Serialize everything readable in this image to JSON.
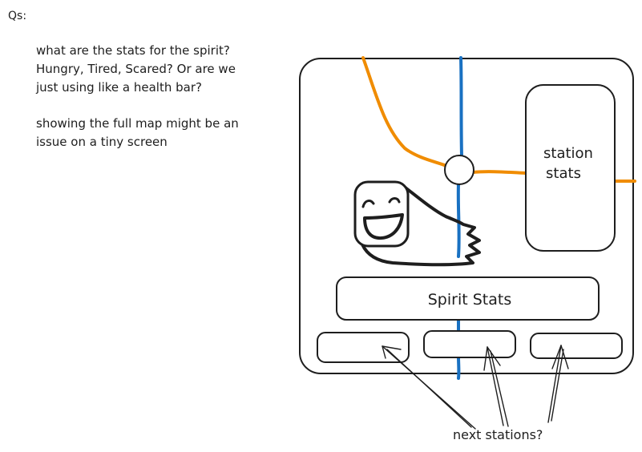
{
  "heading": "Qs:",
  "notes": {
    "question1_lines": [
      "what are the stats for the spirit?",
      "Hungry, Tired, Scared? Or are we",
      "just using like a health bar?"
    ],
    "question2_lines": [
      "showing the full map might be an",
      "issue on a tiny screen"
    ]
  },
  "mockup": {
    "station_stats_lines": [
      "station",
      "stats"
    ],
    "spirit_stats_label": "Spirit Stats",
    "next_stations_label": "next stations?"
  },
  "colors": {
    "ink": "#1e1e1e",
    "orange_line": "#f08c00",
    "blue_line": "#1971c2"
  },
  "icons": {
    "spirit": "smiling-spirit-icon",
    "station": "station-node-icon"
  }
}
